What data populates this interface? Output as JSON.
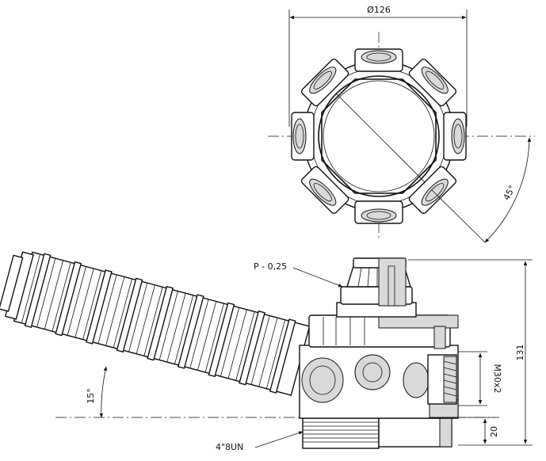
{
  "dimensions": {
    "diameter": "Ø126",
    "angle_top": "45°",
    "pitch": "P - 0,25",
    "height_total": "131",
    "thread_side": "M30x2",
    "angle_filter": "15°",
    "height_base": "20",
    "thread_base": "4\"8UN"
  }
}
